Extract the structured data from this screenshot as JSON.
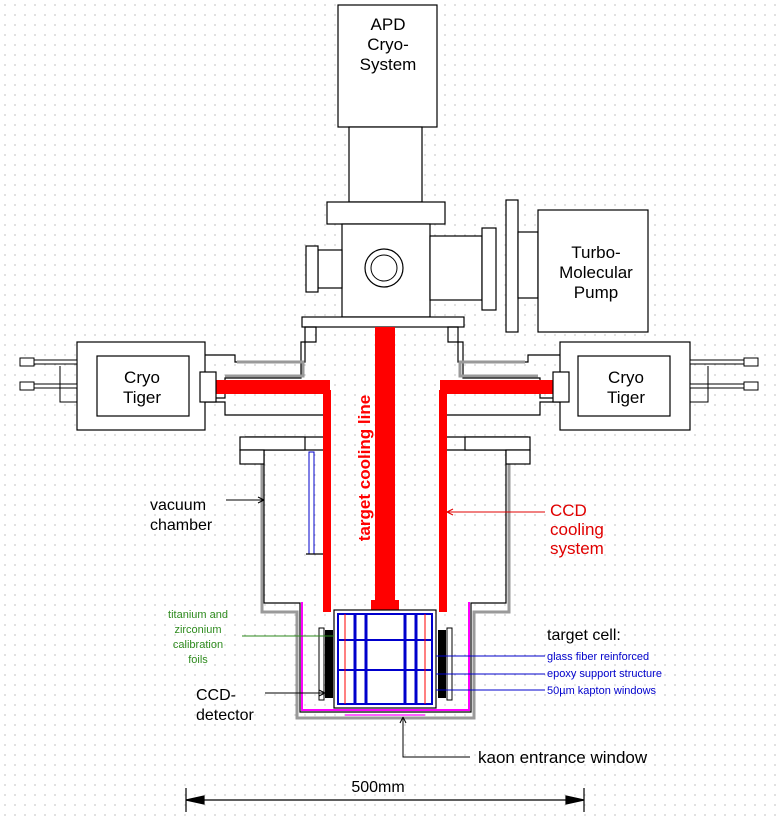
{
  "labels": {
    "apd_line1": "APD",
    "apd_line2": "Cryo-",
    "apd_line3": "System",
    "turbo_line1": "Turbo-",
    "turbo_line2": "Molecular",
    "turbo_line3": "Pump",
    "cryo_left_line1": "Cryo",
    "cryo_left_line2": "Tiger",
    "cryo_right_line1": "Cryo",
    "cryo_right_line2": "Tiger",
    "target_cooling_line": "target cooling line",
    "vacuum_line1": "vacuum",
    "vacuum_line2": "chamber",
    "ccd_cool_line1": "CCD",
    "ccd_cool_line2": "cooling",
    "ccd_cool_line3": "system",
    "foils_line1": "titanium and",
    "foils_line2": "zirconium",
    "foils_line3": "calibration",
    "foils_line4": "foils",
    "ccd_det_line1": "CCD-",
    "ccd_det_line2": "detector",
    "target_cell_title": "target cell:",
    "tc_item1": "glass fiber reinforced",
    "tc_item2": "epoxy support structure",
    "tc_item3": "50µm kapton windows",
    "kaon_window": "kaon entrance window",
    "dimension": "500mm"
  },
  "colors": {
    "outline": "#000000",
    "wall_gray": "#9a9a9a",
    "cooling_red": "#ff0000",
    "magenta": "#ff00ff",
    "blue": "#0000cc",
    "green_text": "#2e8b1e",
    "ccd_red_text": "#e00000"
  }
}
